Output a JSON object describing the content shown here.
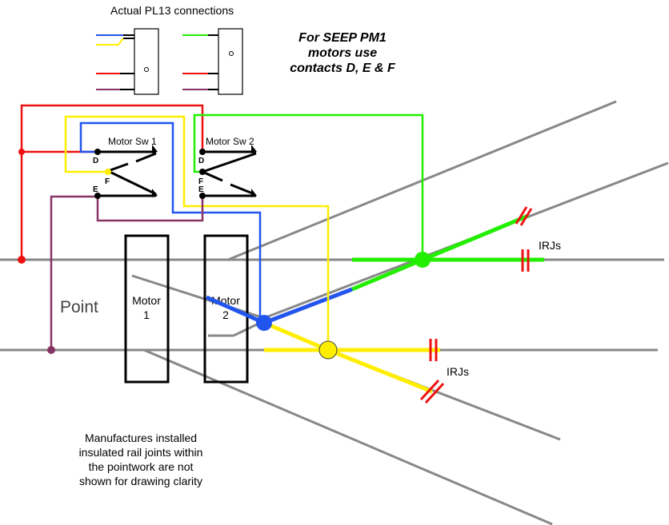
{
  "header": {
    "title": "Actual PL13 connections"
  },
  "seep_note": [
    "For SEEP PM1",
    "motors use",
    "contacts D, E & F"
  ],
  "switches": [
    {
      "label": "Motor Sw 1",
      "d": "D",
      "f": "F",
      "e": "E"
    },
    {
      "label": "Motor Sw 2",
      "d": "D",
      "f": "F",
      "e": "E"
    }
  ],
  "motors": [
    {
      "line1": "Motor",
      "line2": "1"
    },
    {
      "line1": "Motor",
      "line2": "2"
    }
  ],
  "point_label": "Point",
  "irj_labels": [
    "IRJs",
    "IRJs"
  ],
  "footnote": [
    "Manufactures installed",
    "insulated rail joints within",
    "the pointwork are not",
    "shown for drawing clarity"
  ],
  "colors": {
    "red": "#ee1111",
    "blue": "#2255ee",
    "yellow": "#ffee00",
    "green": "#22ee00",
    "purple": "#883366",
    "rail": "#888888"
  }
}
